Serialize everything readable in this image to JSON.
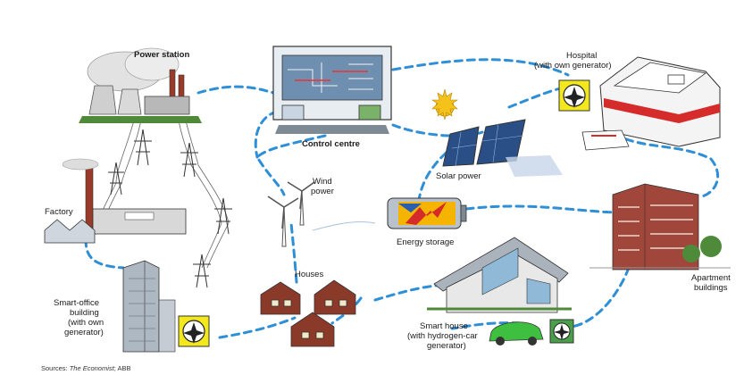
{
  "labels": {
    "power_station": "Power station",
    "control_centre": "Control centre",
    "hospital_title": "Hospital",
    "hospital_sub": "(with own generator)",
    "wind_power_1": "Wind",
    "wind_power_2": "power",
    "solar_power": "Solar power",
    "factory": "Factory",
    "energy_storage": "Energy storage",
    "houses": "Houses",
    "apartment_1": "Apartment",
    "apartment_2": "buildings",
    "smart_office_1": "Smart-office",
    "smart_office_2": "building",
    "smart_office_3": "(with own",
    "smart_office_4": "generator)",
    "smart_house_1": "Smart house",
    "smart_house_2": "(with hydrogen-car",
    "smart_house_3": "generator)"
  },
  "sources": {
    "prefix": "Sources: ",
    "italic": "The Economist",
    "suffix": "; ABB"
  },
  "colors": {
    "grid_line": "#2f8fd6",
    "generator_badge": "#f2e81c",
    "hospital_stripe": "#d62b2b",
    "car": "#3fbf3f",
    "brick": "#8b3a2a",
    "apartment": "#a0463a",
    "solar_panel": "#2a4f86",
    "sun": "#f4c21a"
  },
  "icons": [
    "generator-icon",
    "sun-icon",
    "battery-icon",
    "wind-turbine-icon",
    "pylon-icon"
  ]
}
